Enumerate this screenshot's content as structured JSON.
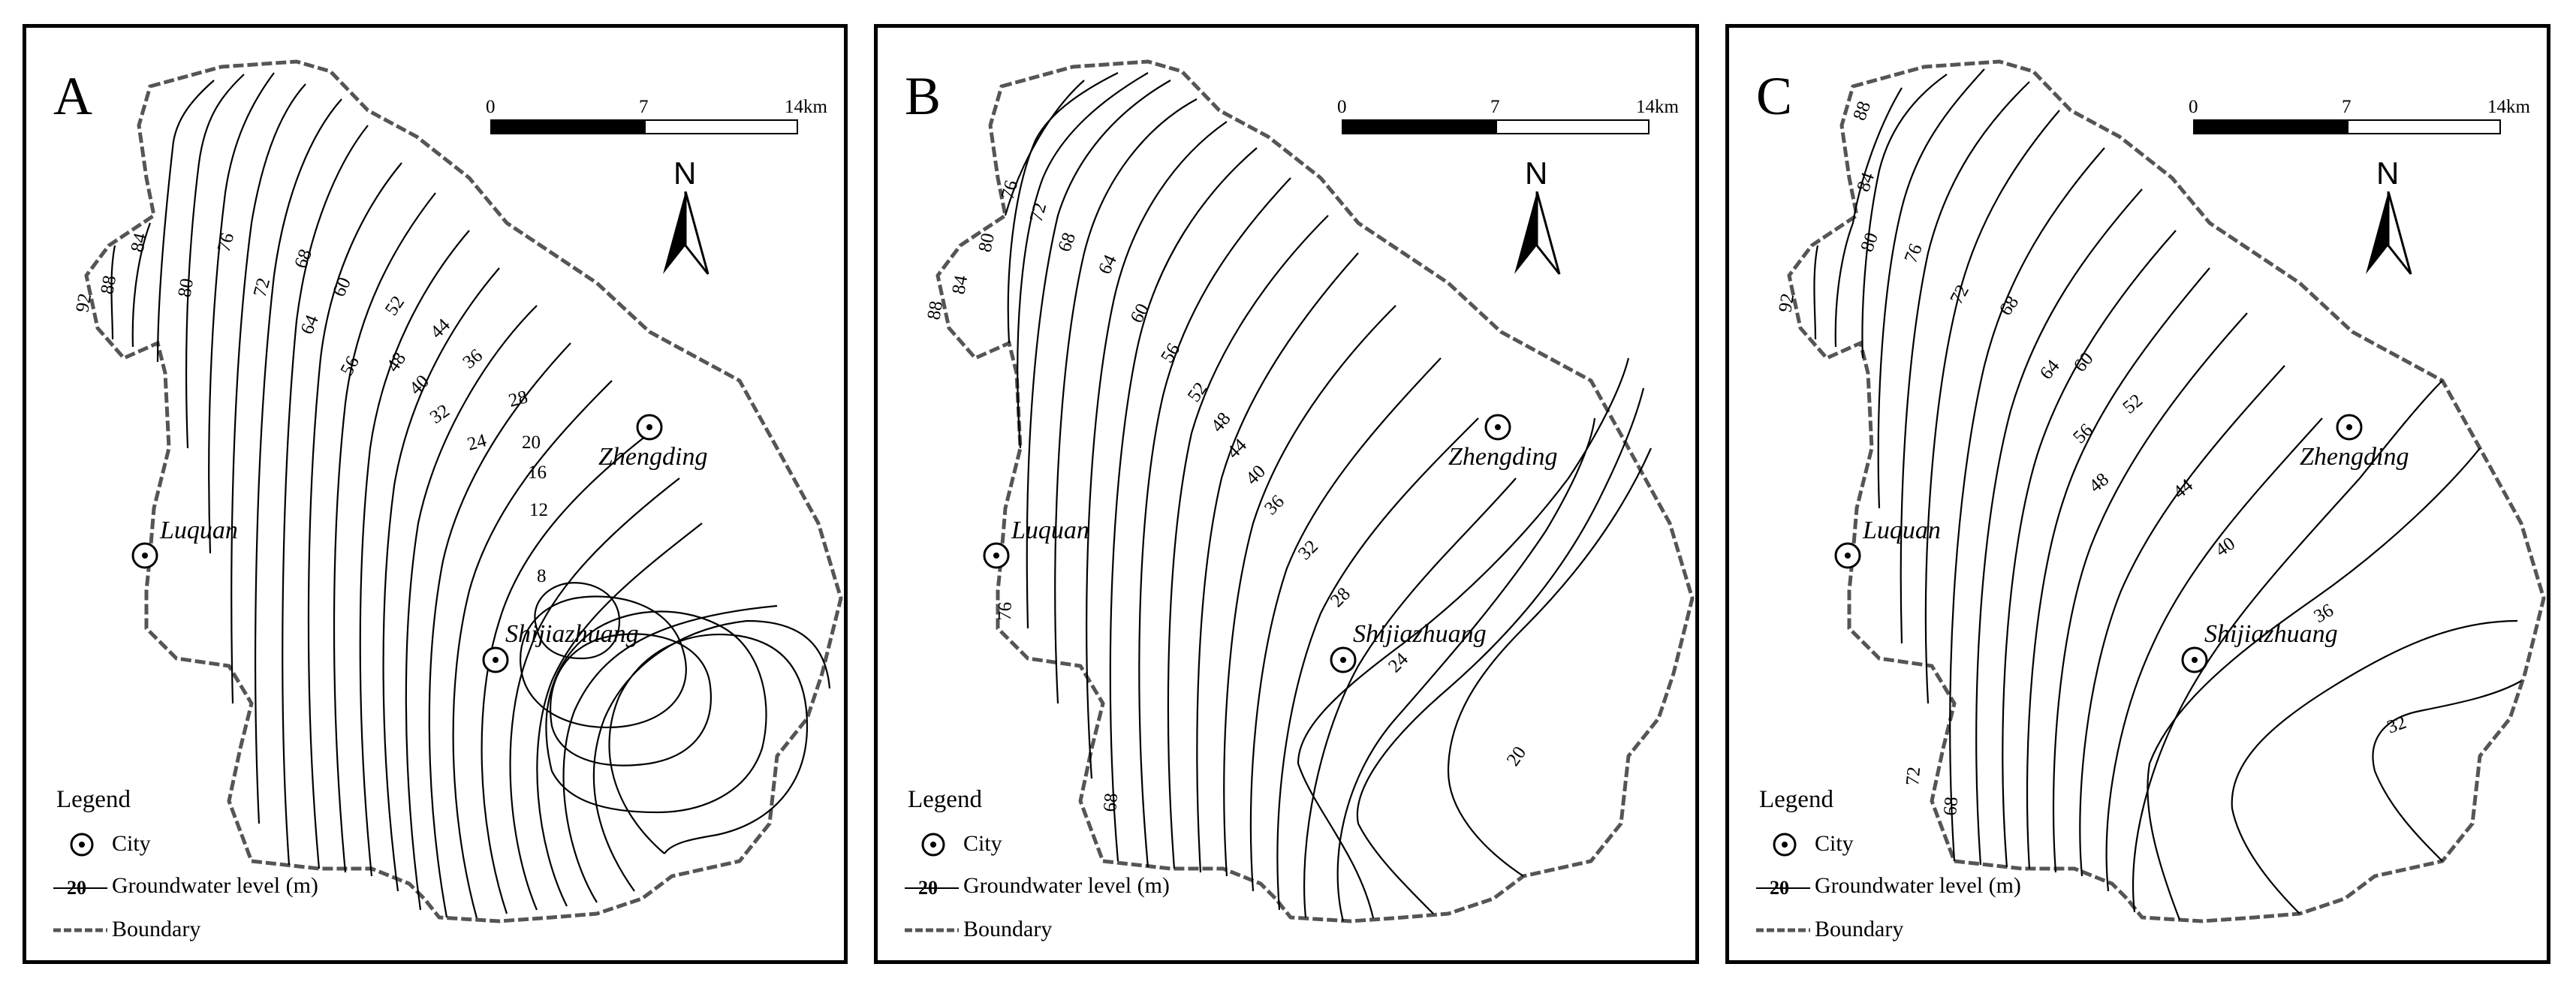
{
  "panels": [
    {
      "letter": "A",
      "scale": {
        "t0": "0",
        "t7": "7",
        "t14": "14km"
      },
      "north": "N",
      "cities": {
        "zhengding": "Zhengding",
        "luquan": "Luquan",
        "shijiazhuang": "Shijiazhuang"
      },
      "contour_labels": [
        "92",
        "88",
        "84",
        "80",
        "76",
        "72",
        "68",
        "64",
        "60",
        "56",
        "52",
        "48",
        "44",
        "40",
        "36",
        "32",
        "28",
        "24",
        "20",
        "16",
        "12",
        "8"
      ],
      "legend": {
        "title": "Legend",
        "city": "City",
        "level_sample": "20",
        "level": "Groundwater level (m)",
        "boundary": "Boundary"
      }
    },
    {
      "letter": "B",
      "scale": {
        "t0": "0",
        "t7": "7",
        "t14": "14km"
      },
      "north": "N",
      "cities": {
        "zhengding": "Zhengding",
        "luquan": "Luquan",
        "shijiazhuang": "Shijiazhuang"
      },
      "contour_labels": [
        "88",
        "84",
        "80",
        "76",
        "72",
        "68",
        "64",
        "60",
        "56",
        "52",
        "48",
        "44",
        "40",
        "36",
        "32",
        "28",
        "24",
        "20",
        "76",
        "68"
      ],
      "legend": {
        "title": "Legend",
        "city": "City",
        "level_sample": "20",
        "level": "Groundwater level (m)",
        "boundary": "Boundary"
      }
    },
    {
      "letter": "C",
      "scale": {
        "t0": "0",
        "t7": "7",
        "t14": "14km"
      },
      "north": "N",
      "cities": {
        "zhengding": "Zhengding",
        "luquan": "Luquan",
        "shijiazhuang": "Shijiazhuang"
      },
      "contour_labels": [
        "92",
        "88",
        "84",
        "80",
        "76",
        "72",
        "68",
        "64",
        "60",
        "56",
        "52",
        "48",
        "44",
        "40",
        "36",
        "32",
        "72",
        "68"
      ],
      "legend": {
        "title": "Legend",
        "city": "City",
        "level_sample": "20",
        "level": "Groundwater level (m)",
        "boundary": "Boundary"
      }
    }
  ]
}
